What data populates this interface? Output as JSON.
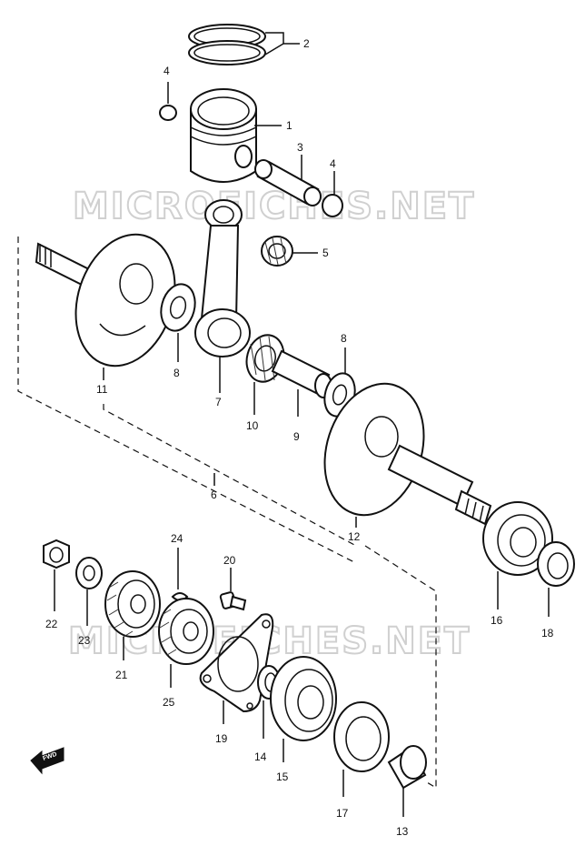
{
  "watermark": "MICROFICHES.NET",
  "fwd_badge": "FWD",
  "callouts": {
    "c1": "1",
    "c2": "2",
    "c3": "3",
    "c4a": "4",
    "c4b": "4",
    "c5": "5",
    "c6": "6",
    "c7": "7",
    "c8a": "8",
    "c8b": "8",
    "c9": "9",
    "c10": "10",
    "c11": "11",
    "c12": "12",
    "c13": "13",
    "c14": "14",
    "c15": "15",
    "c16": "16",
    "c17": "17",
    "c18": "18",
    "c19": "19",
    "c20": "20",
    "c21": "21",
    "c22": "22",
    "c23": "23",
    "c24": "24",
    "c25": "25"
  }
}
